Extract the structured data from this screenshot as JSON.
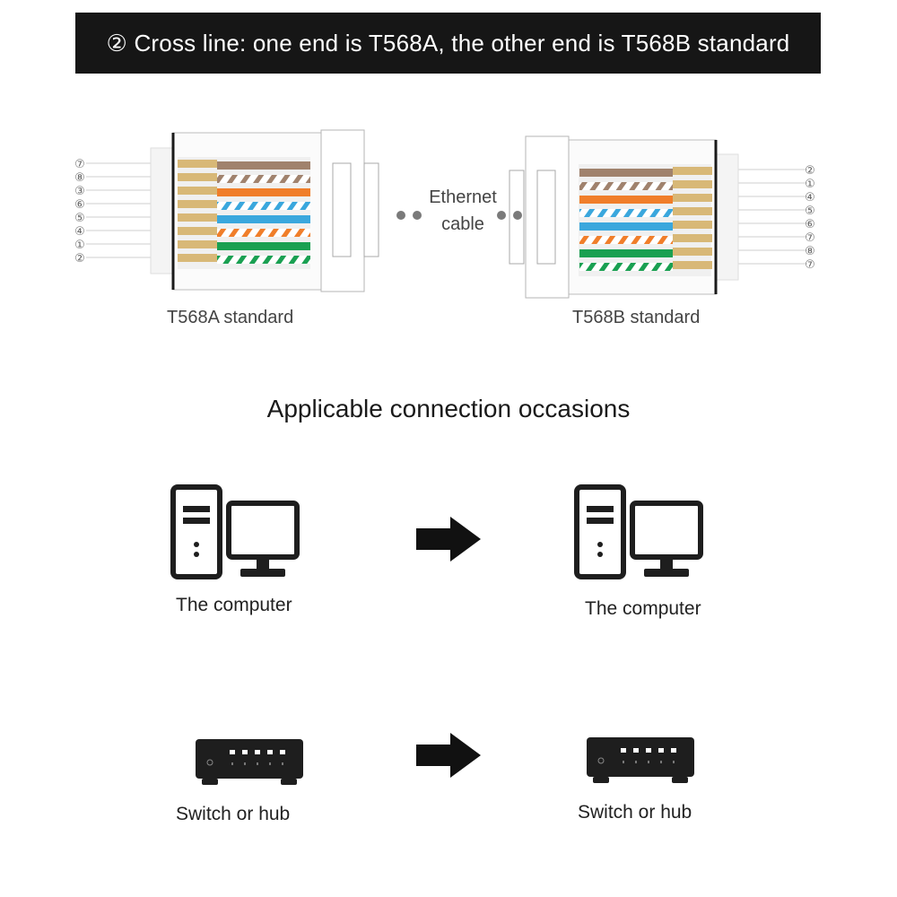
{
  "banner": {
    "text": "② Cross line: one end is T568A, the other end is T568B standard"
  },
  "connector_a": {
    "label": "T568A standard",
    "pin_order": [
      "⑦",
      "⑧",
      "③",
      "⑥",
      "⑤",
      "④",
      "①",
      "②"
    ]
  },
  "connector_b": {
    "label": "T568B standard",
    "pin_order": [
      "②",
      "①",
      "④",
      "⑤",
      "⑥",
      "⑦",
      "⑧",
      "⑦"
    ]
  },
  "cable": {
    "line1": "Ethernet",
    "line2": "cable"
  },
  "section": {
    "title": "Applicable connection occasions"
  },
  "rows": [
    {
      "left_label": "The computer",
      "right_label": "The computer",
      "left_icon": "computer-icon",
      "right_icon": "computer-icon"
    },
    {
      "left_label": "Switch or hub",
      "right_label": "Switch or hub",
      "left_icon": "switch-icon",
      "right_icon": "switch-icon"
    }
  ],
  "colors": {
    "banner_bg": "#161616",
    "brown": "#a0826d",
    "orange": "#f07e2a",
    "blue": "#3aa7dd",
    "green": "#1aa052",
    "gold": "#d8b877",
    "icon": "#1e1e1e"
  }
}
